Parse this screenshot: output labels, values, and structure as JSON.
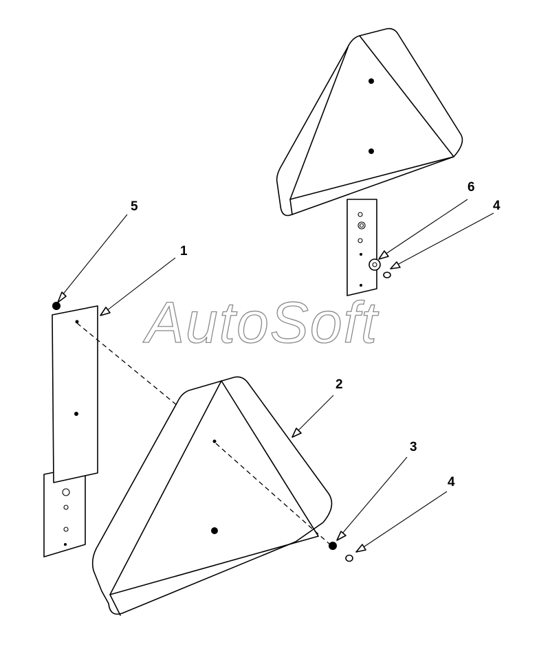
{
  "watermark": "AutoSoft",
  "callouts": [
    "5",
    "1",
    "2",
    "3",
    "4",
    "6",
    "4"
  ]
}
